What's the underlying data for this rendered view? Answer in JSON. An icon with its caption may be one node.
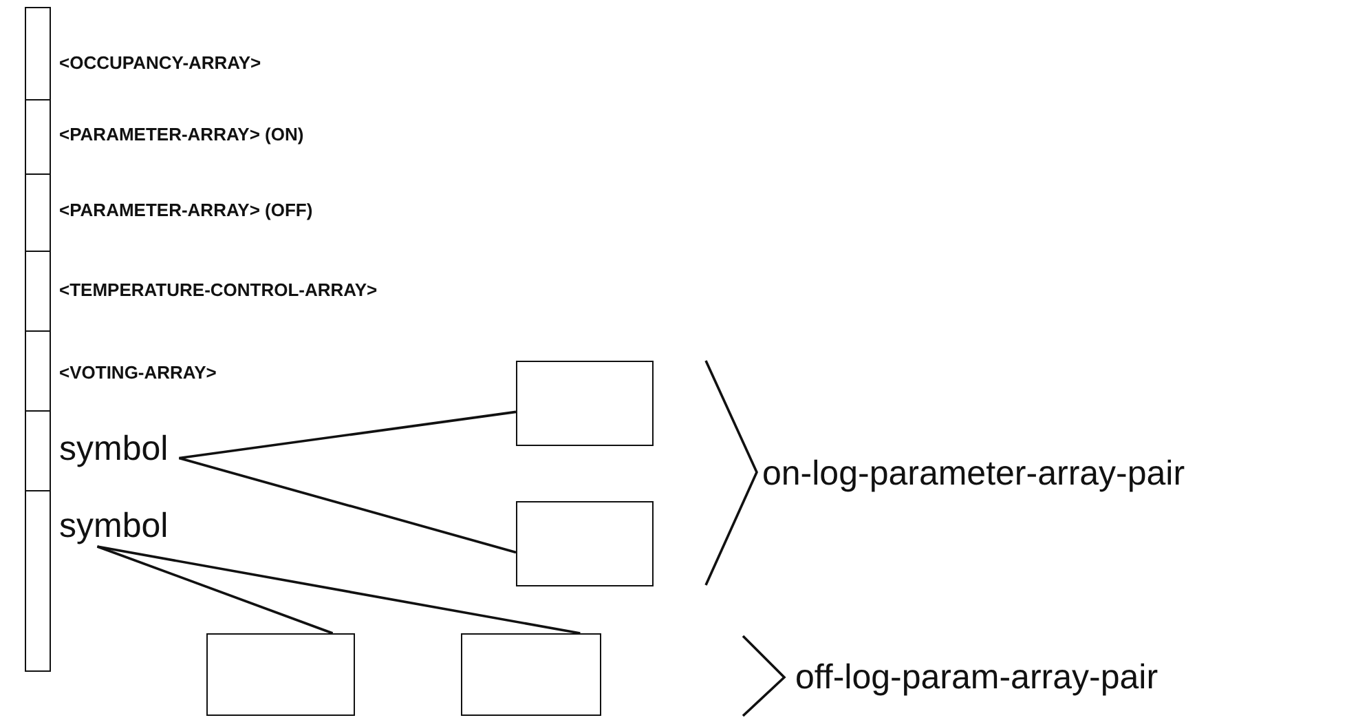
{
  "diagram": {
    "nodes": [
      {
        "text": [],
        "shape": "box",
        "beside": [
          "<OCCUPANCY-ARRAY>"
        ]
      },
      {
        "text": [],
        "shape": "box",
        "beside": [
          "<PARAMETER-ARRAY> (ON)"
        ]
      },
      {
        "text": [],
        "shape": "box",
        "beside": [
          "<PARAMETER-ARRAY> (OFF)"
        ]
      },
      {
        "text": [],
        "shape": "box",
        "beside": [
          "<TEMPERATURE-CONTROL-ARRAY>"
        ]
      },
      {
        "text": [],
        "shape": "box",
        "beside": [
          "<VOTING-ARRAY>"
        ]
      },
      {
        "text": [],
        "shape": "box"
      },
      {
        "text": [],
        "shape": "box"
      },
      {
        "text": [
          "symbol"
        ]
      },
      {
        "text": [
          "symbol"
        ]
      },
      {
        "text": [],
        "shape": "box"
      },
      {
        "text": [],
        "shape": "box"
      },
      {
        "text": [],
        "shape": "box"
      },
      {
        "text": [],
        "shape": "box"
      }
    ],
    "edges": [
      {
        "from": 7,
        "to": 9,
        "arrow": "none"
      },
      {
        "from": 7,
        "to": 10,
        "arrow": "none"
      },
      {
        "from": 8,
        "to": 11,
        "arrow": "none"
      },
      {
        "from": 8,
        "to": 12,
        "arrow": "none"
      }
    ],
    "labels": [
      "on-log-parameter-array-pair",
      "off-log-param-array-pair"
    ]
  }
}
